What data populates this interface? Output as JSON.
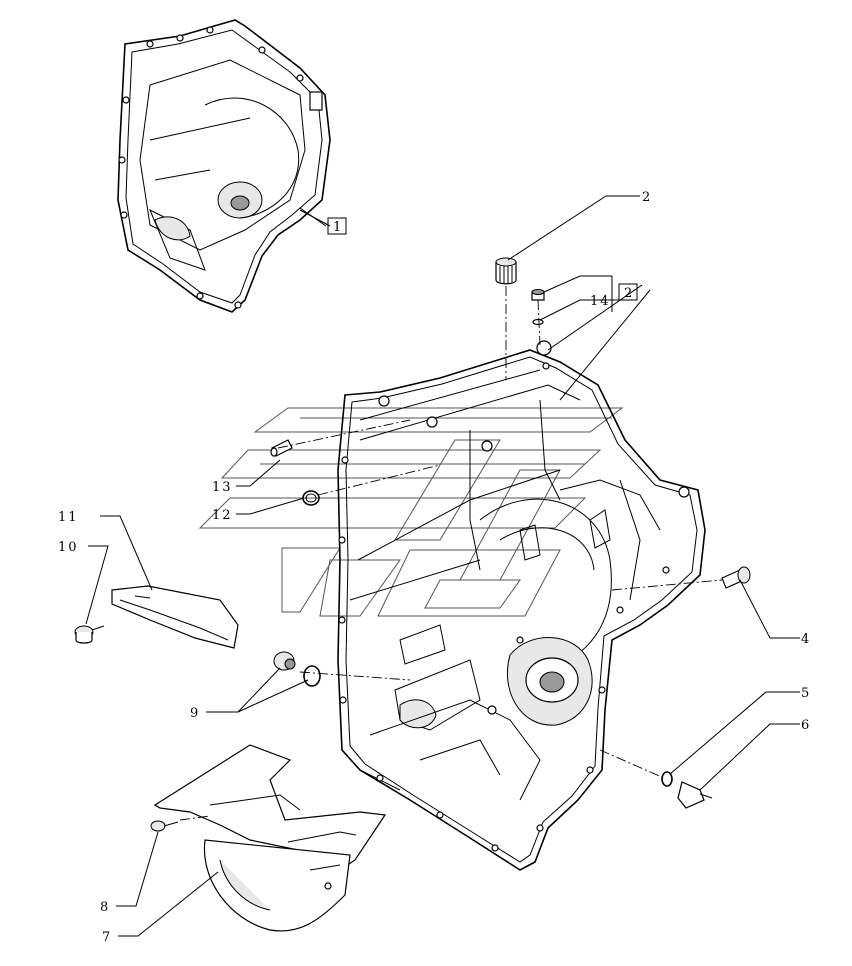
{
  "callouts": [
    {
      "label": "2"
    },
    {
      "label": "14"
    },
    {
      "label": "13"
    },
    {
      "label": "12"
    },
    {
      "label": "11"
    },
    {
      "label": "10"
    },
    {
      "label": "4"
    },
    {
      "label": "9"
    },
    {
      "label": "5"
    },
    {
      "label": "6"
    },
    {
      "label": "8"
    },
    {
      "label": "7"
    }
  ],
  "reference_boxes": [
    {
      "label": "1"
    },
    {
      "label": "2"
    }
  ]
}
